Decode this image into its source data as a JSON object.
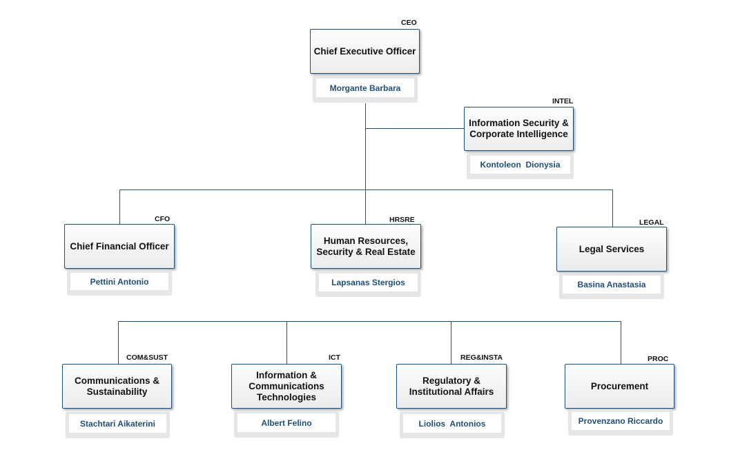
{
  "colors": {
    "connector": "#1f4e79",
    "box_border": "#1f4e79",
    "name_text": "#1f4e79",
    "code_text": "#111111"
  },
  "nodes": {
    "ceo": {
      "code": "CEO",
      "title": "Chief Executive Officer",
      "person": "Morgante Barbara"
    },
    "intel": {
      "code": "INTEL",
      "title": "Information Security &\nCorporate Intelligence",
      "person": "Kontoleon  Dionysia"
    },
    "cfo": {
      "code": "CFO",
      "title": "Chief Financial Officer",
      "person": "Pettini Antonio"
    },
    "hrsre": {
      "code": "HRSRE",
      "title": "Human Resources,\nSecurity & Real Estate",
      "person": "Lapsanas Stergios"
    },
    "legal": {
      "code": "LEGAL",
      "title": "Legal Services",
      "person": "Basina Anastasia"
    },
    "comsust": {
      "code": "COM&SUST",
      "title": "Communications  &\nSustainability",
      "person": "Stachtari Aikaterini"
    },
    "ict": {
      "code": "ICT",
      "title": "Information &\nCommunications\nTechnologies",
      "person": "Albert Felino"
    },
    "reginsta": {
      "code": "REG&INSTA",
      "title": "Regulatory &\nInstitutional Affairs",
      "person": "Liolios  Antonios"
    },
    "proc": {
      "code": "PROC",
      "title": "Procurement",
      "person": "Provenzano Riccardo"
    }
  }
}
